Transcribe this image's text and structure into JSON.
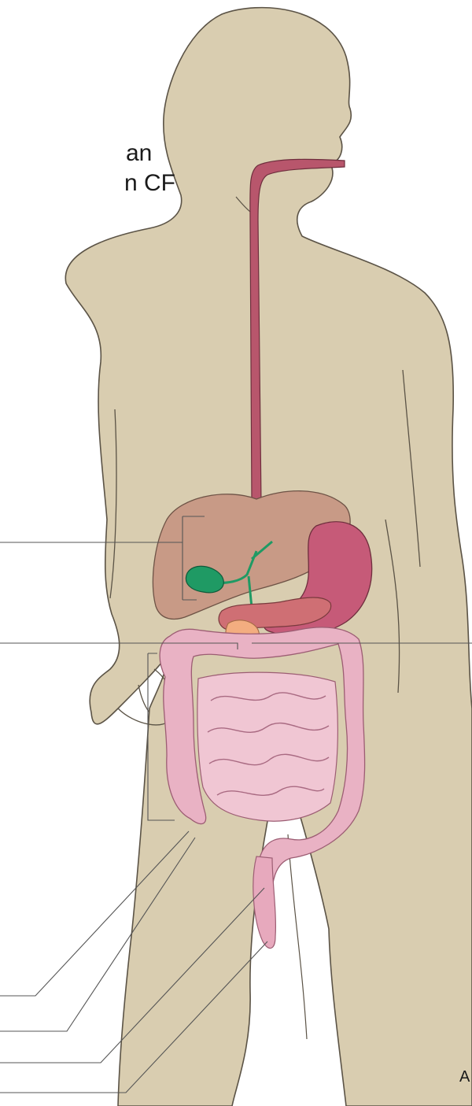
{
  "caption": {
    "line1": "an",
    "line2": "n CF"
  },
  "corner_fragment": "A",
  "colors": {
    "skin": "#d9cdb0",
    "outline": "#5b5346",
    "esophagus": "#b8566c",
    "liver": "#c89a86",
    "stomach": "#c65a78",
    "gallbladder": "#1f9a64",
    "pancreas": "#cf6f74",
    "duodenum_patch": "#f3ad80",
    "intestine": "#e9b2c4",
    "leader_line": "#555555"
  }
}
